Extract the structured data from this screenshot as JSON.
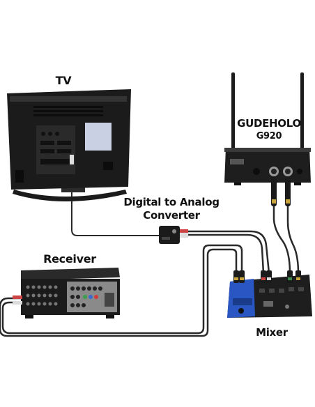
{
  "labels": {
    "tv": "TV",
    "wireless_brand": "GUDEHOLO",
    "wireless_model": "G920",
    "converter_line1": "Digital to Analog",
    "converter_line2": "Converter",
    "receiver": "Receiver",
    "mixer": "Mixer"
  },
  "colors": {
    "device_body": "#1b1b1b",
    "device_dark": "#0d0d0d",
    "device_gray": "#3a3a3a",
    "cable": "#2a2a2a",
    "mixer_accent": "#2a56c4",
    "receiver_panel": "#8a8a8a",
    "background": "#ffffff"
  }
}
